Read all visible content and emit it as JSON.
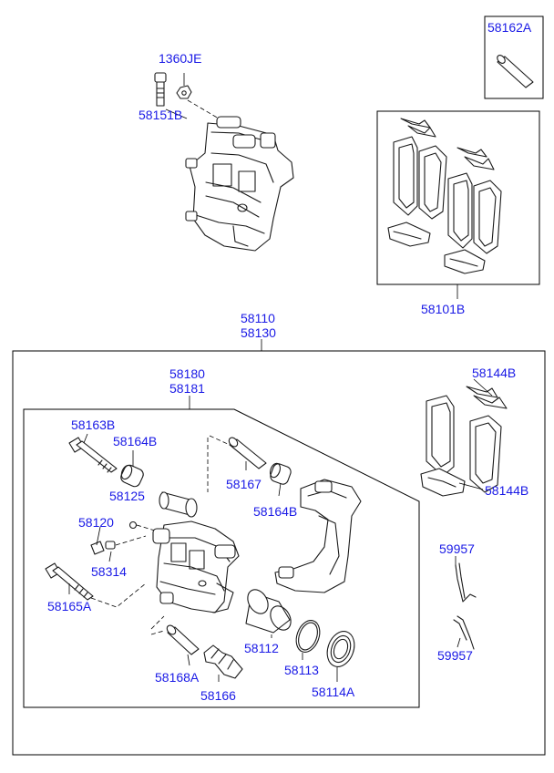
{
  "diagram": {
    "labels": {
      "l_58162A": "58162A",
      "l_1360JE": "1360JE",
      "l_58151B": "58151B",
      "l_58101B": "58101B",
      "l_58110": "58110",
      "l_58130": "58130",
      "l_58180": "58180",
      "l_58181": "58181",
      "l_58144B_top": "58144B",
      "l_58144B_bot": "58144B",
      "l_58163B": "58163B",
      "l_58164B_a": "58164B",
      "l_58125": "58125",
      "l_58167": "58167",
      "l_58164B_b": "58164B",
      "l_58120": "58120",
      "l_58314": "58314",
      "l_58165A": "58165A",
      "l_58112": "58112",
      "l_58168A": "58168A",
      "l_58166": "58166",
      "l_58113": "58113",
      "l_58114A": "58114A",
      "l_59957_top": "59957",
      "l_59957_bot": "59957"
    }
  }
}
